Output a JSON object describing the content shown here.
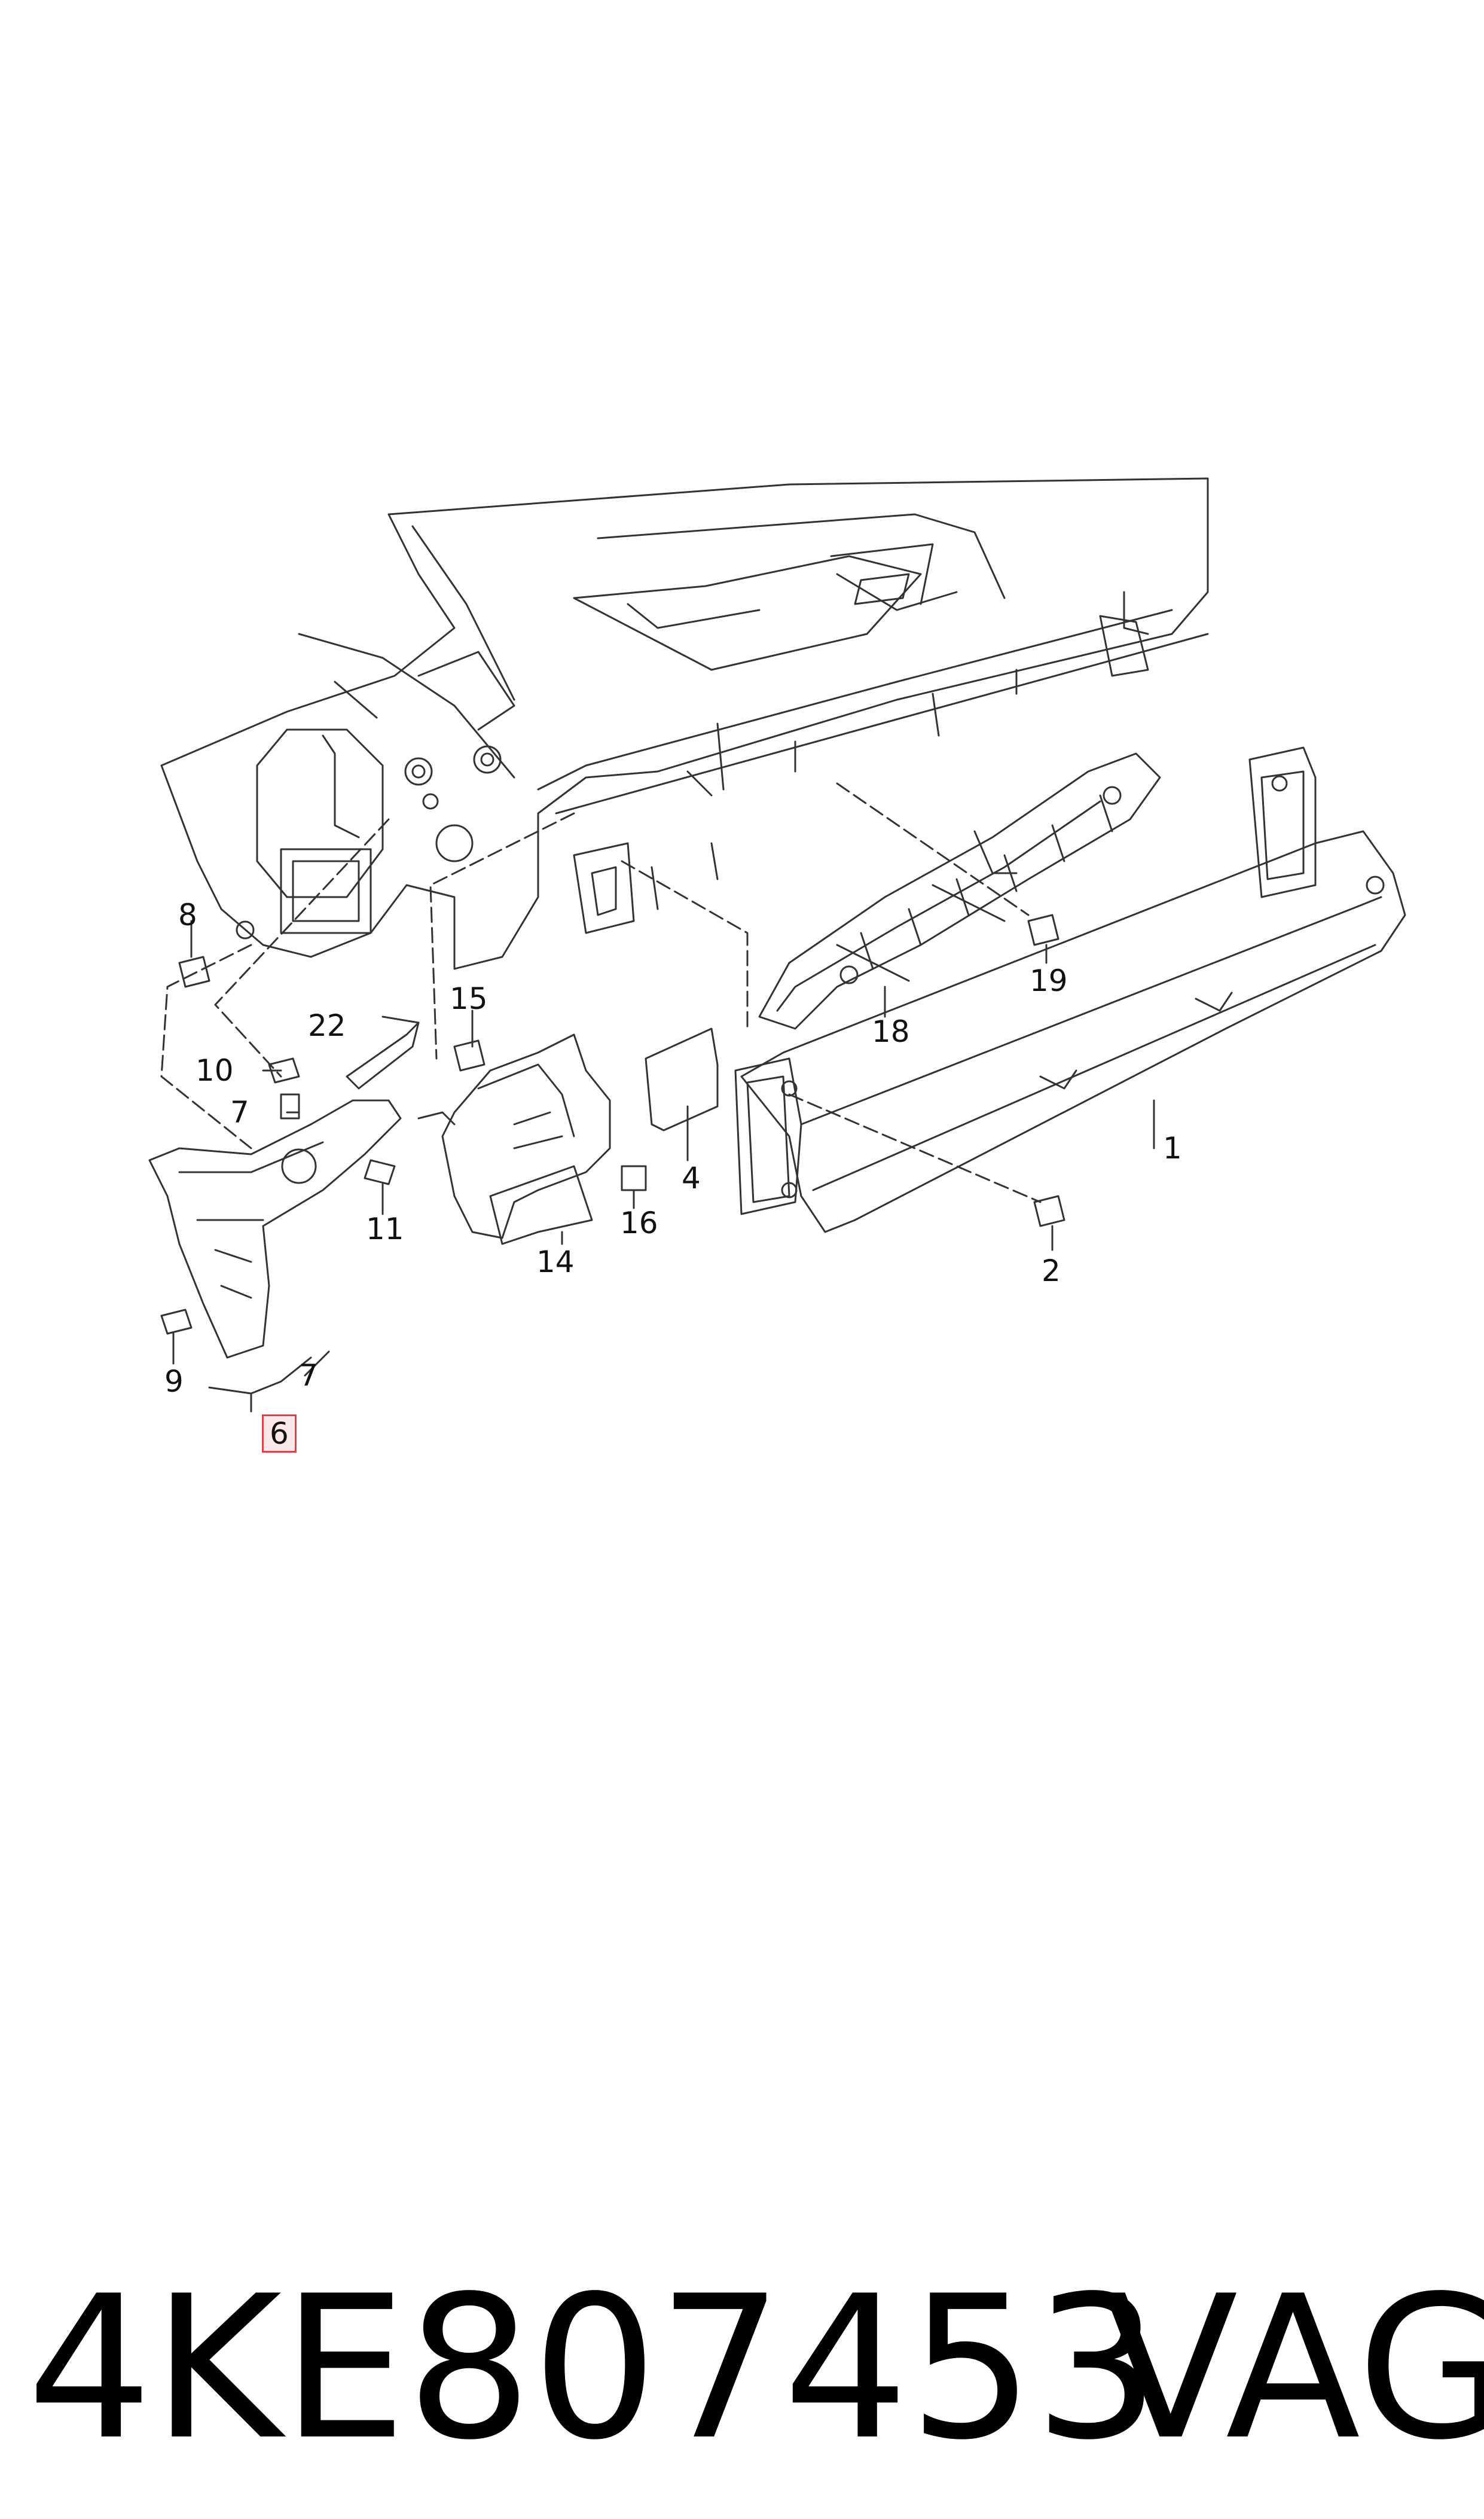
{
  "callouts": {
    "c1": "1",
    "c2": "2",
    "c4": "4",
    "c6": "6",
    "c7a": "7",
    "c7b": "7",
    "c8": "8",
    "c9": "9",
    "c10": "10",
    "c11": "11",
    "c14": "14",
    "c15": "15",
    "c16": "16",
    "c18": "18",
    "c19": "19",
    "c22": "22"
  },
  "highlighted_callout": "6",
  "footer": {
    "part_number": "4KE807453",
    "brand": "VAG"
  },
  "colors": {
    "line": "#333333",
    "highlight_border": "#e0404a",
    "highlight_fill": "#fde8ea"
  }
}
